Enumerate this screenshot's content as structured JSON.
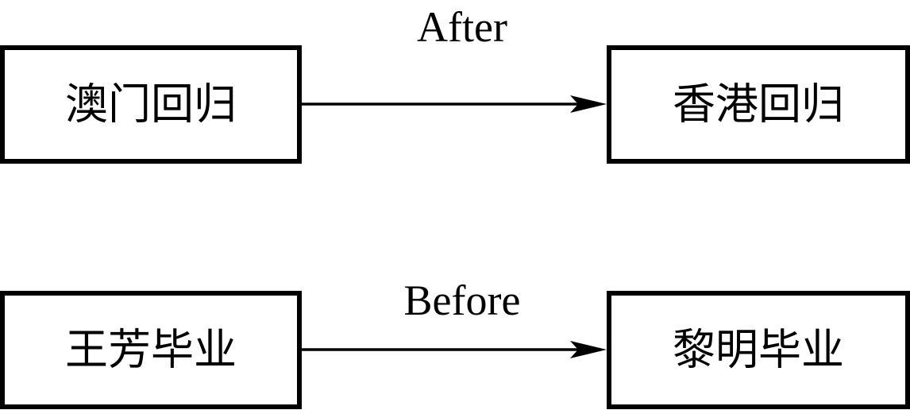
{
  "relations": [
    {
      "label": "After",
      "from": "澳门回归",
      "to": "香港回归"
    },
    {
      "label": "Before",
      "from": "王芳毕业",
      "to": "黎明毕业"
    }
  ]
}
